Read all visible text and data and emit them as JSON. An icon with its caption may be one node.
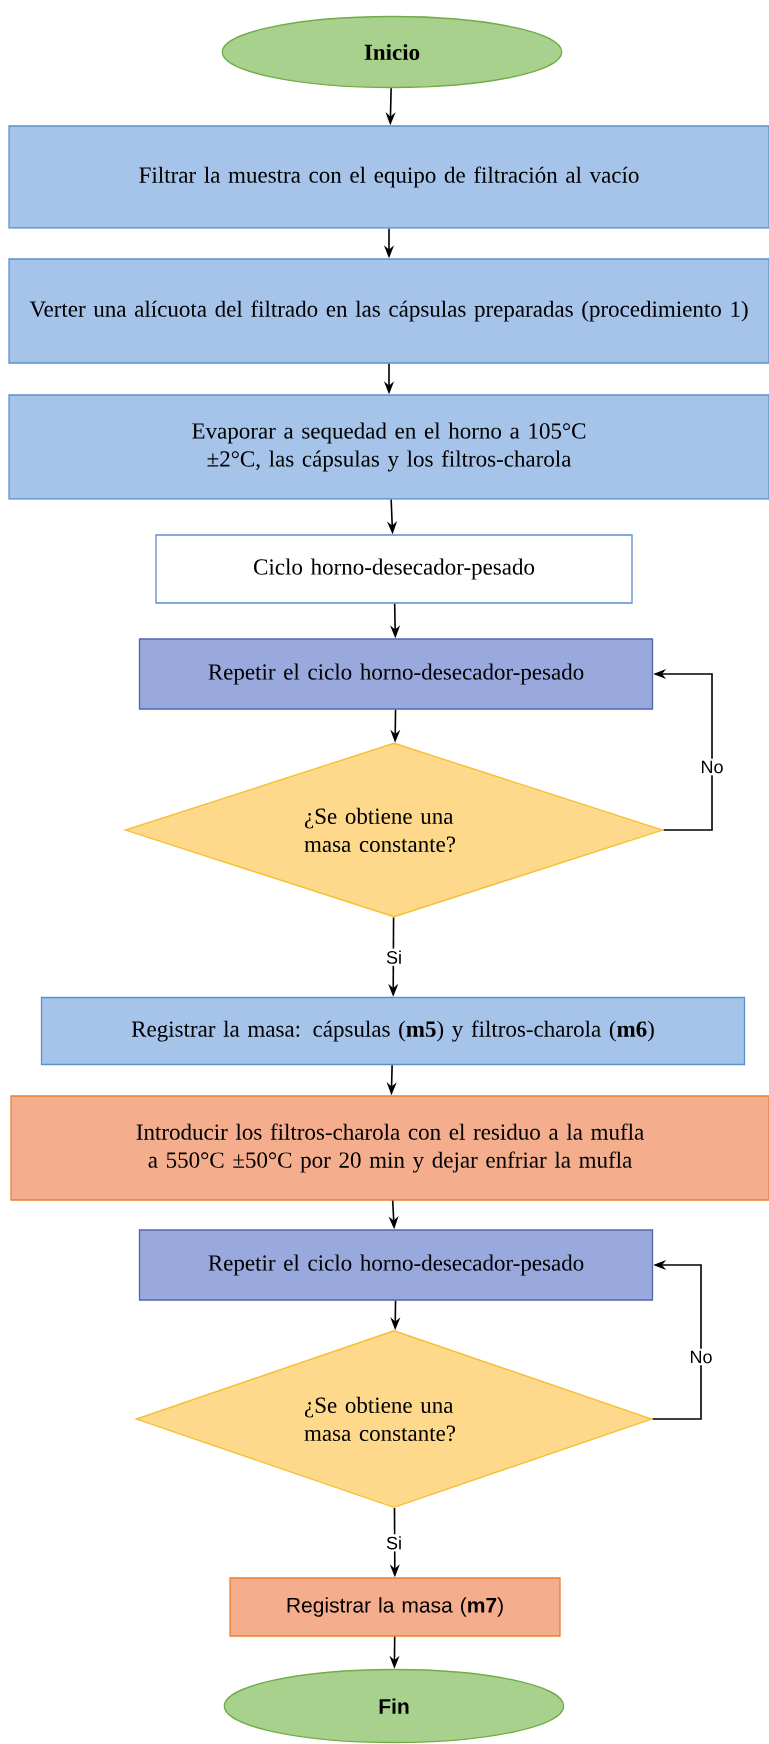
{
  "diagram": {
    "nodes": [
      {
        "text": [
          "Inicio"
        ]
      },
      {
        "text": [
          "Filtrar la muestra con el equipo de filtración al vacío"
        ]
      },
      {
        "text": [
          "Verter una alícuota del filtrado en las cápsulas preparadas (procedimiento 1)"
        ]
      },
      {
        "text": [
          "Evaporar a sequedad en el horno a 105°C ±2°C, las cápsulas y los filtros-charola"
        ]
      },
      {
        "text": [
          "Ciclo horno-desecador-pesado"
        ]
      },
      {
        "text": [
          "Repetir el ciclo horno-desecador-pesado"
        ]
      },
      {
        "text": [
          "¿Se obtiene una masa constante?"
        ]
      },
      {
        "text": [
          "Registrar la masa: cápsulas (**m5**) y filtros-charola (**m6**)"
        ]
      },
      {
        "text": [
          "Introducir los filtros-charola con el residuo a la mufla a 550°C ±50°C por 20 min y dejar enfriar la mufla"
        ]
      },
      {
        "text": [
          "Repetir el ciclo horno-desecador-pesado"
        ]
      },
      {
        "text": [
          "¿Se obtiene una masa constante?"
        ]
      },
      {
        "text": [
          "Registrar la masa (**m7**)"
        ]
      },
      {
        "text": [
          "Fin"
        ]
      }
    ],
    "edges": [
      {
        "from": 0,
        "to": 1,
        "arrow": "to"
      },
      {
        "from": 1,
        "to": 2,
        "arrow": "to"
      },
      {
        "from": 2,
        "to": 3,
        "arrow": "to"
      },
      {
        "from": 3,
        "to": 4,
        "arrow": "to"
      },
      {
        "from": 4,
        "to": 5,
        "arrow": "to"
      },
      {
        "from": 5,
        "to": 6,
        "arrow": "to"
      },
      {
        "from": 6,
        "to": 5,
        "arrow": "to",
        "label": "No"
      },
      {
        "from": 6,
        "to": 7,
        "arrow": "to",
        "label": "Si"
      },
      {
        "from": 7,
        "to": 8,
        "arrow": "to"
      },
      {
        "from": 8,
        "to": 9,
        "arrow": "to"
      },
      {
        "from": 9,
        "to": 10,
        "arrow": "to"
      },
      {
        "from": 10,
        "to": 9,
        "arrow": "to",
        "label": "No"
      },
      {
        "from": 10,
        "to": 11,
        "arrow": "to",
        "label": "Si"
      },
      {
        "from": 11,
        "to": 12,
        "arrow": "to"
      }
    ]
  }
}
